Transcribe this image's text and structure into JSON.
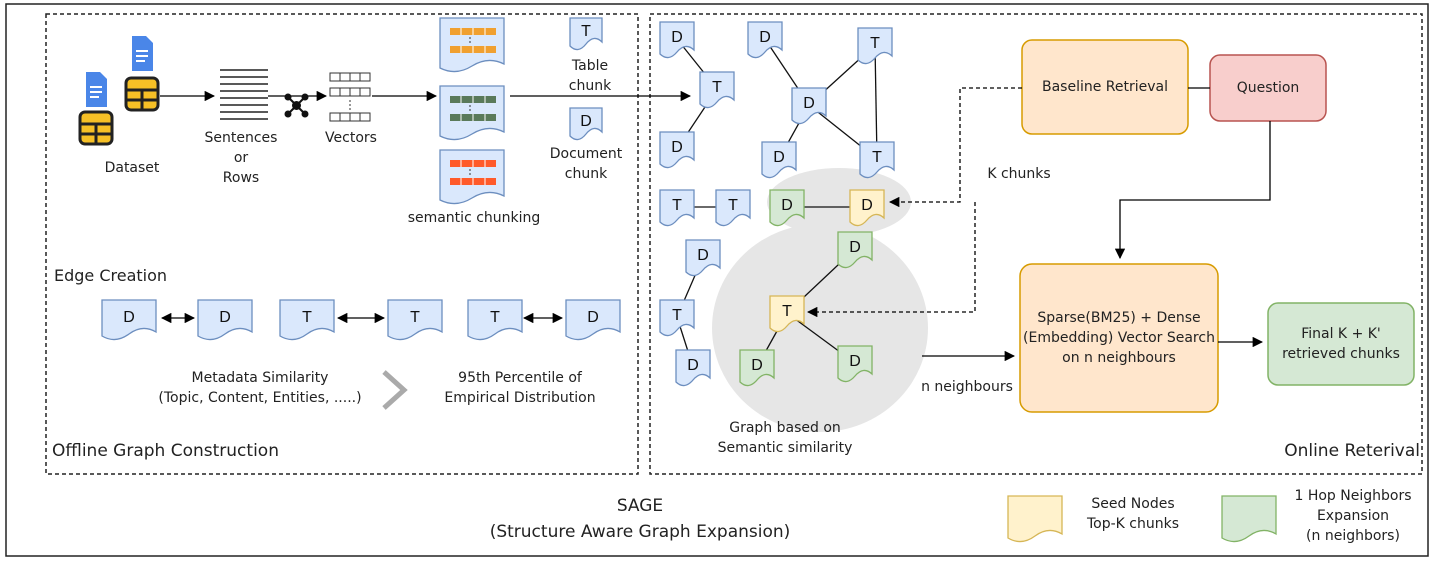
{
  "offline": {
    "dataset": "Dataset",
    "sentences": "Sentences\nor\nRows",
    "vectors": "Vectors",
    "semantic_chunking": "semantic chunking",
    "table_chunk": "Table\nchunk",
    "document_chunk": "Document\nchunk",
    "edge_creation": "Edge Creation",
    "metadata": "Metadata Similarity\n(Topic, Content, Entities, .....)",
    "percentile": "95th Percentile of\nEmpirical Distribution",
    "section_title": "Offline Graph Construction"
  },
  "online": {
    "baseline": "Baseline\nRetrieval",
    "question": "Question",
    "k_chunks": "K chunks",
    "sparse_dense": "Sparse(BM25) +\nDense (Embedding)\nVector Search on n\nneighbours",
    "final": "Final\nK + K' retrieved\nchunks",
    "n_neighbours": "n neighbours",
    "graph_label": "Graph based on\nSemantic similarity",
    "section_title": "Online Reterival"
  },
  "nodes": {
    "doc": "D",
    "table": "T"
  },
  "footer": {
    "title": "SAGE\n(Structure Aware Graph Expansion)",
    "legend_seed": "Seed Nodes\nTop-K chunks",
    "legend_hop": "1 Hop Neighbors\nExpansion\n(n neighbors)"
  },
  "colors": {
    "blue_fill": "#dae8fc",
    "blue_stroke": "#6c8ebf",
    "yellow_fill": "#fff2cc",
    "yellow_stroke": "#d6b656",
    "green_fill": "#d5e8d4",
    "green_stroke": "#82b366",
    "orange_fill": "#ffe6cc",
    "orange_stroke": "#d79b00",
    "red_fill": "#f8cecc",
    "red_stroke": "#b85450"
  }
}
